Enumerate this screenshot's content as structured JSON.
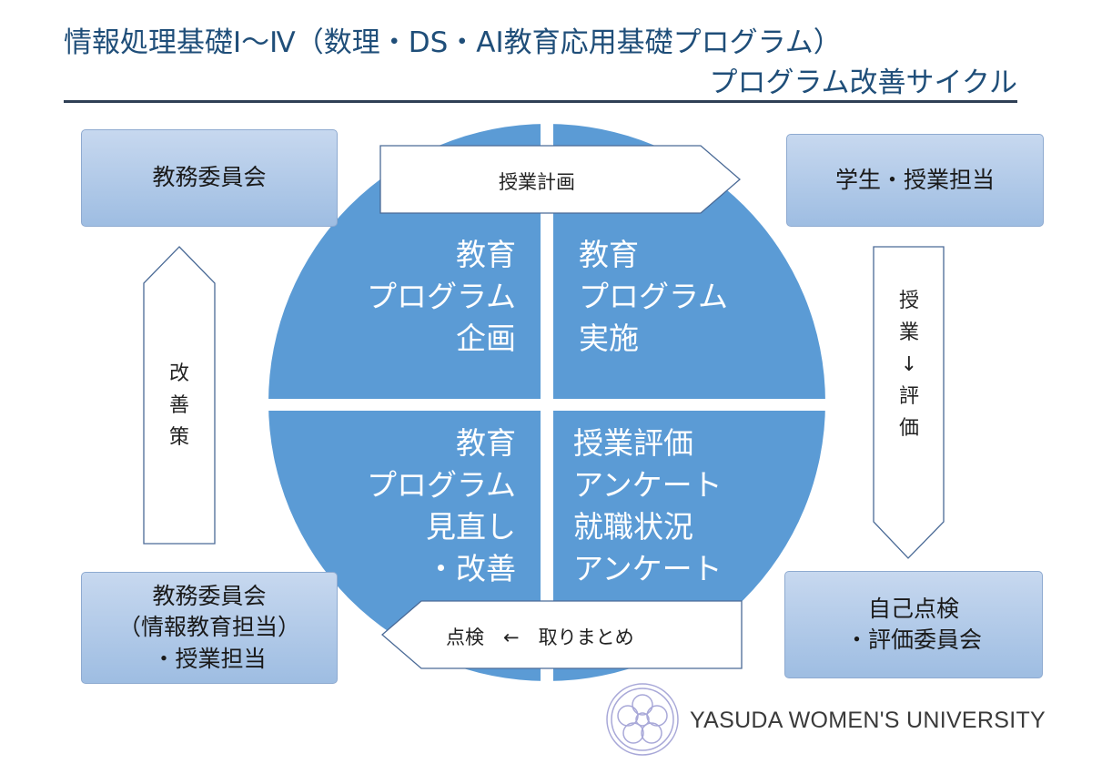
{
  "title": {
    "line1": "情報処理基礎Ⅰ〜Ⅳ（数理・DS・AI教育応用基礎プログラム）",
    "line2": "プログラム改善サイクル"
  },
  "colors": {
    "title": "#1f4e79",
    "circle": "#5b9bd5",
    "box_top": "#c7d8ef",
    "box_bottom": "#9ebde2",
    "arrow_border": "#4a6a96"
  },
  "boxes": {
    "academic_committee": "教務委員会",
    "students_instructors": "学生・授業担当",
    "self_evaluation": [
      "自己点検",
      "・評価委員会"
    ],
    "committee_with_staff": [
      "教務委員会",
      "（情報教育担当）",
      "・授業担当"
    ]
  },
  "quadrants": {
    "top_left": [
      "教育",
      "プログラム",
      "企画"
    ],
    "top_right": [
      "教育",
      "プログラム",
      "実施"
    ],
    "bottom_left": [
      "教育",
      "プログラム",
      "見直し",
      "・改善"
    ],
    "bottom_right": [
      "授業評価",
      "アンケート",
      "就職状況",
      "アンケート"
    ]
  },
  "arrows": {
    "top": "授業計画",
    "bottom": "点検　←　取りまとめ",
    "left": [
      "改",
      "善",
      "策"
    ],
    "right": [
      "授",
      "業",
      "↓",
      "評",
      "価"
    ]
  },
  "logo": {
    "text": "YASUDA WOMEN'S UNIVERSITY",
    "icon": "university-crest-icon"
  }
}
